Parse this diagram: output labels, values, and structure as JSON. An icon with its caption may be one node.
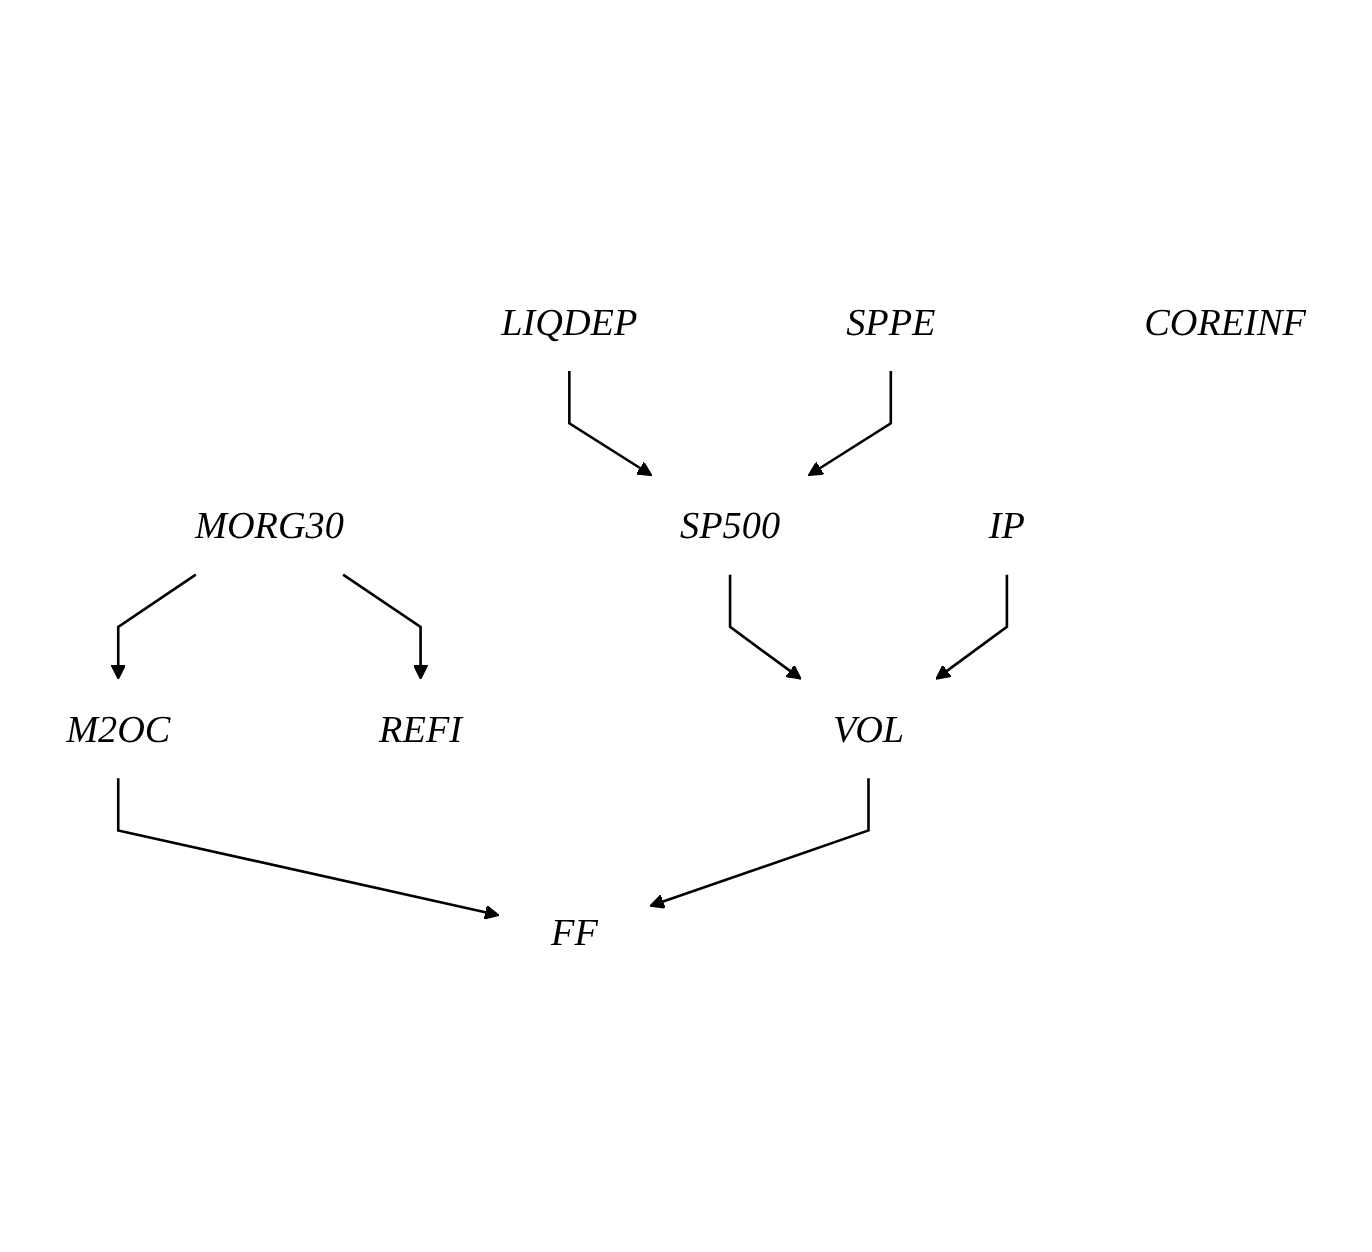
{
  "diagram": {
    "nodes": [
      {
        "text": [
          "M2OC"
        ]
      },
      {
        "text": [
          "REFI"
        ]
      },
      {
        "text": [
          "FF"
        ]
      },
      {
        "text": [
          "MORG30"
        ]
      },
      {
        "text": [
          "VOL"
        ]
      },
      {
        "text": [
          "SP500"
        ]
      },
      {
        "text": [
          "LIQDEP"
        ]
      },
      {
        "text": [
          "IP"
        ]
      },
      {
        "text": [
          "SPPE"
        ]
      },
      {
        "text": [
          "COREINF"
        ]
      }
    ],
    "edges": [
      {
        "from": 3,
        "to": 0,
        "arrow": "to"
      },
      {
        "from": 3,
        "to": 1,
        "arrow": "to"
      },
      {
        "from": 0,
        "to": 2,
        "arrow": "to"
      },
      {
        "from": 4,
        "to": 2,
        "arrow": "to"
      },
      {
        "from": 5,
        "to": 4,
        "arrow": "to"
      },
      {
        "from": 6,
        "to": 5,
        "arrow": "to"
      },
      {
        "from": 7,
        "to": 4,
        "arrow": "to"
      },
      {
        "from": 8,
        "to": 5,
        "arrow": "to"
      }
    ]
  }
}
